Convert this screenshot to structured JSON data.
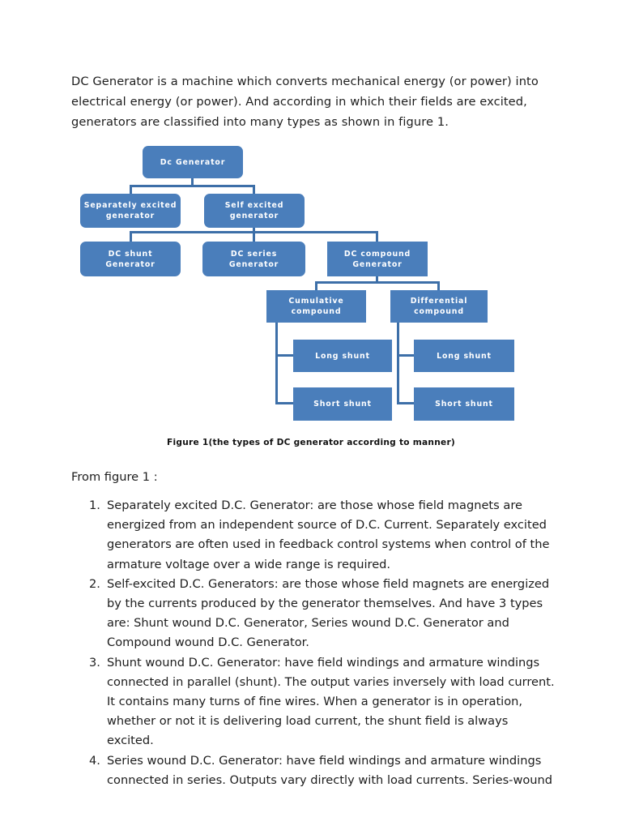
{
  "document": {
    "intro_paragraph": "DC Generator is a machine which converts mechanical energy (or power) into electrical energy (or power). And according in which their fields are excited, generators are classified into many types as shown in figure 1.",
    "from_figure_line": "From figure 1 :",
    "figure_caption": "Figure 1(the types of DC generator according to manner)"
  },
  "figure": {
    "box_color": "#4a7ebb",
    "connector_color": "#3d6fa8",
    "text_color": "#ffffff",
    "nodes": {
      "root": "Dc Generator",
      "separately_excited": "Separately excited generator",
      "self_excited": "Self excited generator",
      "dc_shunt": "DC shunt Generator",
      "dc_series": "DC series Generator",
      "dc_compound": "DC compound Generator",
      "cumulative_compound": "Cumulative compound",
      "differential_compound": "Differential compound",
      "cumulative_long_shunt": "Long shunt",
      "cumulative_short_shunt": "Short shunt",
      "differential_long_shunt": "Long shunt",
      "differential_short_shunt": "Short shunt"
    }
  },
  "list": {
    "items": [
      {
        "num": "1.",
        "text": "Separately excited D.C. Generator: are those whose field magnets are energized from an independent source of D.C. Current. Separately excited generators are often used in feedback control systems when control of the armature voltage over a wide range is required."
      },
      {
        "num": "2.",
        "text": "Self-excited D.C. Generators: are those whose field magnets are energized by the currents produced by the generator themselves. And have 3 types are: Shunt wound D.C. Generator, Series wound D.C. Generator and Compound wound D.C. Generator."
      },
      {
        "num": "3.",
        "text": "Shunt wound D.C. Generator: have field windings and armature windings connected in parallel (shunt). The output varies inversely with load current. It contains many turns of fine wires. When a generator is in operation, whether or not it is delivering load current, the shunt field is always excited."
      },
      {
        "num": "4.",
        "text": "Series wound D.C. Generator: have field windings and armature windings connected in series. Outputs vary directly with load currents. Series-wound"
      }
    ]
  }
}
